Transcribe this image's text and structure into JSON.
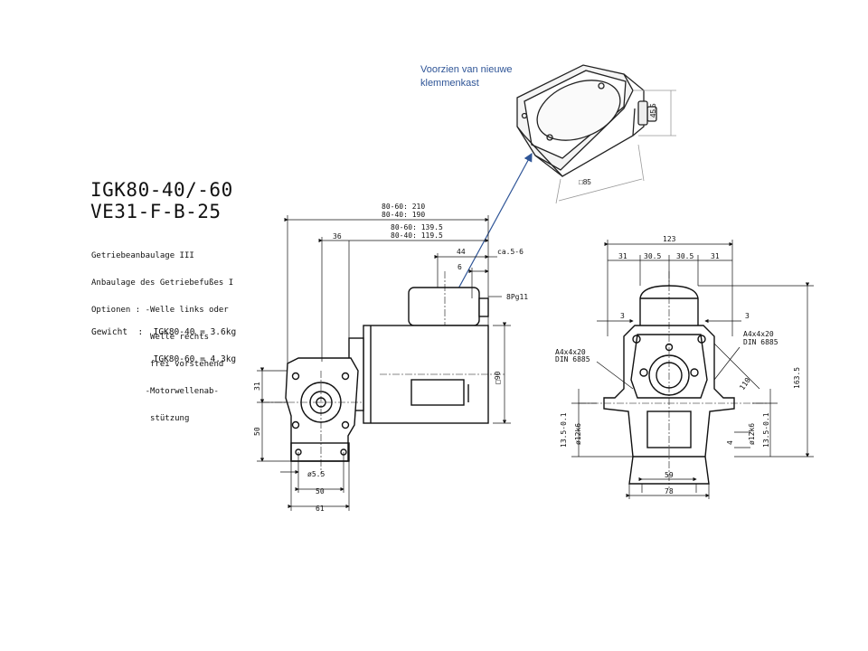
{
  "annotation": {
    "line1": "Voorzien van nieuwe",
    "line2": "klemmenkast"
  },
  "title": {
    "line1": "IGK80-40/-60",
    "line2": "VE31-F-B-25"
  },
  "spec_lines": [
    "Getriebeanbaulage III",
    "Anbaulage des Getriebefußes I",
    "Optionen : -Welle links oder",
    "            Welle rechts",
    "            frei vorstehend",
    "           -Motorwellenab-",
    "            stützung"
  ],
  "weight": {
    "label": "Gewicht  :",
    "line1": "IGK80-40 = 3.6kg",
    "line2": "IGK80-60 = 4.3kg"
  },
  "box_dims": {
    "height": "45,5",
    "width": "□85"
  },
  "side_dims": {
    "len_a": "80-60: 210",
    "len_b": "80-40: 190",
    "len_c": "80-60: 139.5",
    "len_d": "80-40: 119.5",
    "d36": "36",
    "d44": "44",
    "d6": "6",
    "ca": "ca.5-6",
    "pg": "8Pg11",
    "d90": "□90",
    "d31": "31",
    "d50v": "50",
    "d55": "ø5.5",
    "d50h": "50",
    "d61": "61"
  },
  "front_dims": {
    "d123": "123",
    "d31a": "31",
    "d305a": "30.5",
    "d305b": "30.5",
    "d31b": "31",
    "d3l": "3",
    "d3r": "3",
    "key_l1": "A4x4x20",
    "key_l2": "DIN 6885",
    "key_r1": "A4x4x20",
    "key_r2": "DIN 6885",
    "d1635": "163.5",
    "d110": "110",
    "d135l": "13.5-0.1",
    "d12l": "ø12k6",
    "d135r": "13.5-0.1",
    "d12r": "ø12k6",
    "d4": "4",
    "d59": "59",
    "d78": "78"
  }
}
